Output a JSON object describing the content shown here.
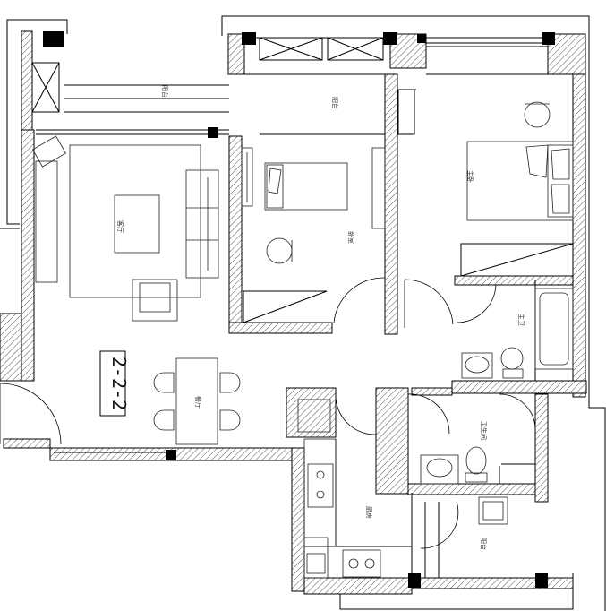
{
  "plan": {
    "unit_code": "2-2-2",
    "rooms": {
      "balcony_left": "阳台",
      "balcony_top": "阳台",
      "living_room": "客厅",
      "bedroom_second": "卧室",
      "bedroom_master": "主卧",
      "bathroom_master": "主卫",
      "bathroom_guest": "卫生间",
      "dining_room": "餐厅",
      "kitchen": "厨房",
      "utility": "阳台"
    }
  },
  "colors": {
    "wall_line": "#000000",
    "hatch": "#555555",
    "column": "#000000",
    "furniture": "#222222"
  }
}
